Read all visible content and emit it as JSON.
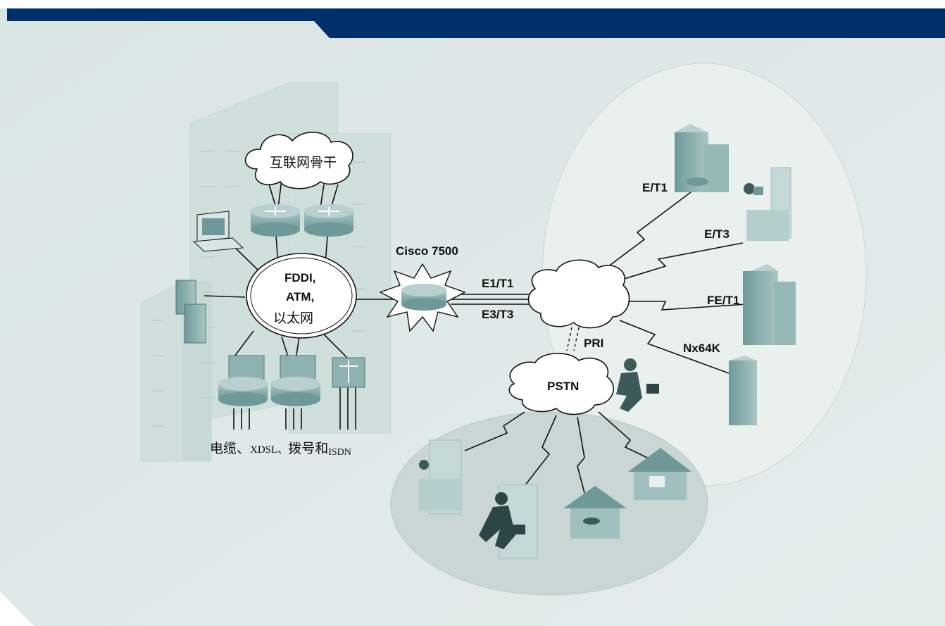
{
  "labels": {
    "backbone_cloud": "互联网骨干",
    "fddi_line1": "FDDI,",
    "fddi_line2": "ATM,",
    "fddi_line3": "以太网",
    "router_model": "Cisco 7500",
    "link_e1t1": "E1/T1",
    "link_e3t3": "E3/T3",
    "pri": "PRI",
    "pstn": "PSTN",
    "bottom_part1": "电缆、",
    "bottom_part2": "XDSL、",
    "bottom_part3": "拨号和",
    "bottom_part4": "ISDN",
    "branch_et1": "E/T1",
    "branch_et3": "E/T3",
    "branch_fet1": "FE/T1",
    "branch_nx64k": "Nx64K"
  },
  "colors": {
    "banner": "#00306a",
    "background": "#dde8e6",
    "building": "#cfdfdc",
    "device": "#7fa8a8",
    "oval": "#e9f0ee"
  }
}
